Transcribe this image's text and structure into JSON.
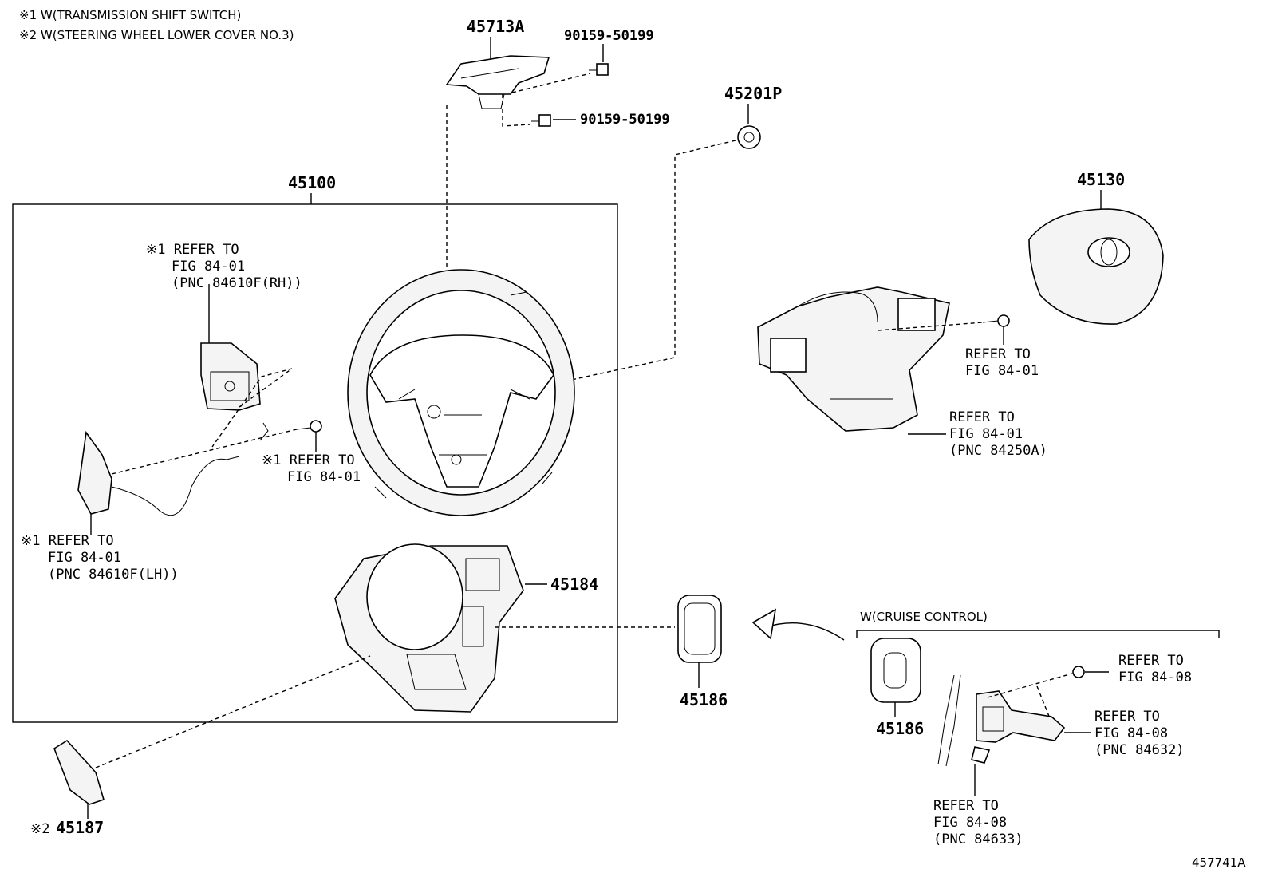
{
  "notes": [
    "※1 W(TRANSMISSION SHIFT SWITCH)",
    "※2 W(STEERING WHEEL LOWER COVER NO.3)"
  ],
  "parts": {
    "p45713A": "45713A",
    "p90159a": "90159-50199",
    "p90159b": "90159-50199",
    "p45201P": "45201P",
    "p45100": "45100",
    "p45130": "45130",
    "p45184": "45184",
    "p45186a": "45186",
    "p45186b": "45186",
    "p45187": "45187",
    "p45187_mark": "※2"
  },
  "refs": {
    "rh": [
      "※1 REFER TO",
      "FIG 84-01",
      "(PNC 84610F(RH))"
    ],
    "screw": [
      "※1 REFER TO",
      "FIG 84-01"
    ],
    "lh": [
      "※1 REFER TO",
      "FIG 84-01",
      "(PNC 84610F(LH))"
    ],
    "bolt": [
      "REFER TO",
      "FIG 84-01"
    ],
    "switch": [
      "REFER TO",
      "FIG 84-01",
      "(PNC 84250A)"
    ],
    "cc_screw": [
      "REFER TO",
      "FIG 84-08"
    ],
    "cc_switch": [
      "REFER TO",
      "FIG 84-08",
      "(PNC 84632)"
    ],
    "cc_wire": [
      "REFER TO",
      "FIG 84-08",
      "(PNC 84633)"
    ]
  },
  "cruise_label": "W(CRUISE CONTROL)",
  "figure_number": "457741A"
}
